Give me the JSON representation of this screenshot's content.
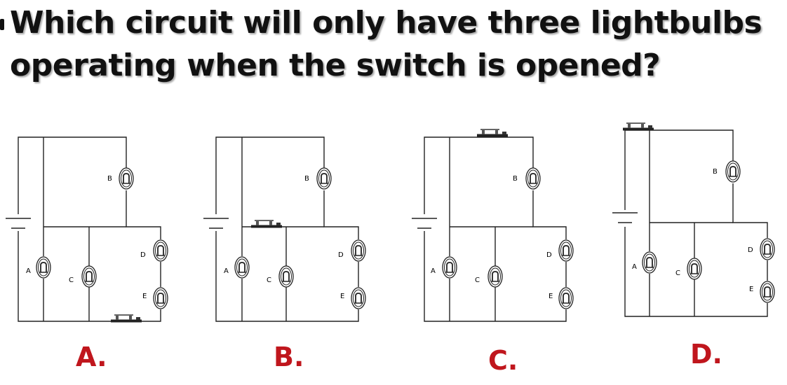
{
  "question": {
    "line1": "Which circuit will only have three lightbulbs",
    "line2": "operating when the switch is opened?"
  },
  "options": [
    {
      "answer": "A.",
      "bulbs": [
        "A",
        "B",
        "C",
        "D",
        "E"
      ],
      "switch_location": "bottom wire below D/E"
    },
    {
      "answer": "B.",
      "bulbs": [
        "A",
        "B",
        "C",
        "D",
        "E"
      ],
      "switch_location": "middle junction wire"
    },
    {
      "answer": "C.",
      "bulbs": [
        "A",
        "B",
        "C",
        "D",
        "E"
      ],
      "switch_location": "top wire above B"
    },
    {
      "answer": "D.",
      "bulbs": [
        "A",
        "B",
        "C",
        "D",
        "E"
      ],
      "switch_location": "top-left corner"
    }
  ],
  "colors": {
    "answer_label": "#c0161d",
    "wire": "#222222",
    "text": "#111111"
  }
}
